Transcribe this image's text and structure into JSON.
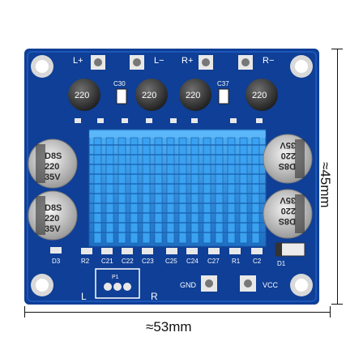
{
  "dimensions": {
    "width_label": "≈53mm",
    "height_label": "≈45mm"
  },
  "board": {
    "top_labels": [
      "L+",
      "L−",
      "R+",
      "R−"
    ],
    "inductors": [
      "220",
      "220",
      "220",
      "220"
    ],
    "small_caps": [
      "C30",
      "C37"
    ],
    "electrolytic_caps": [
      {
        "brand": "D8S",
        "value": "220",
        "voltage": "35V"
      },
      {
        "brand": "D8S",
        "value": "220",
        "voltage": "35V"
      },
      {
        "brand": "D8S",
        "value": "220",
        "voltage": "35V"
      },
      {
        "brand": "D8S",
        "value": "220",
        "voltage": "35V"
      }
    ],
    "bottom_labels": [
      "D3",
      "R2",
      "C21",
      "C22",
      "C23",
      "C25",
      "C24",
      "C27",
      "R1",
      "C2",
      "D1"
    ],
    "input_label": "P1",
    "input_l": "L",
    "input_r": "R",
    "gnd_label": "GND",
    "vcc_label": "VCC"
  },
  "colors": {
    "pcb": "#0f3f96",
    "pcb_dark": "#0a2f74",
    "heatsink": "#2f8fe0",
    "pad": "#e8e8e8"
  }
}
